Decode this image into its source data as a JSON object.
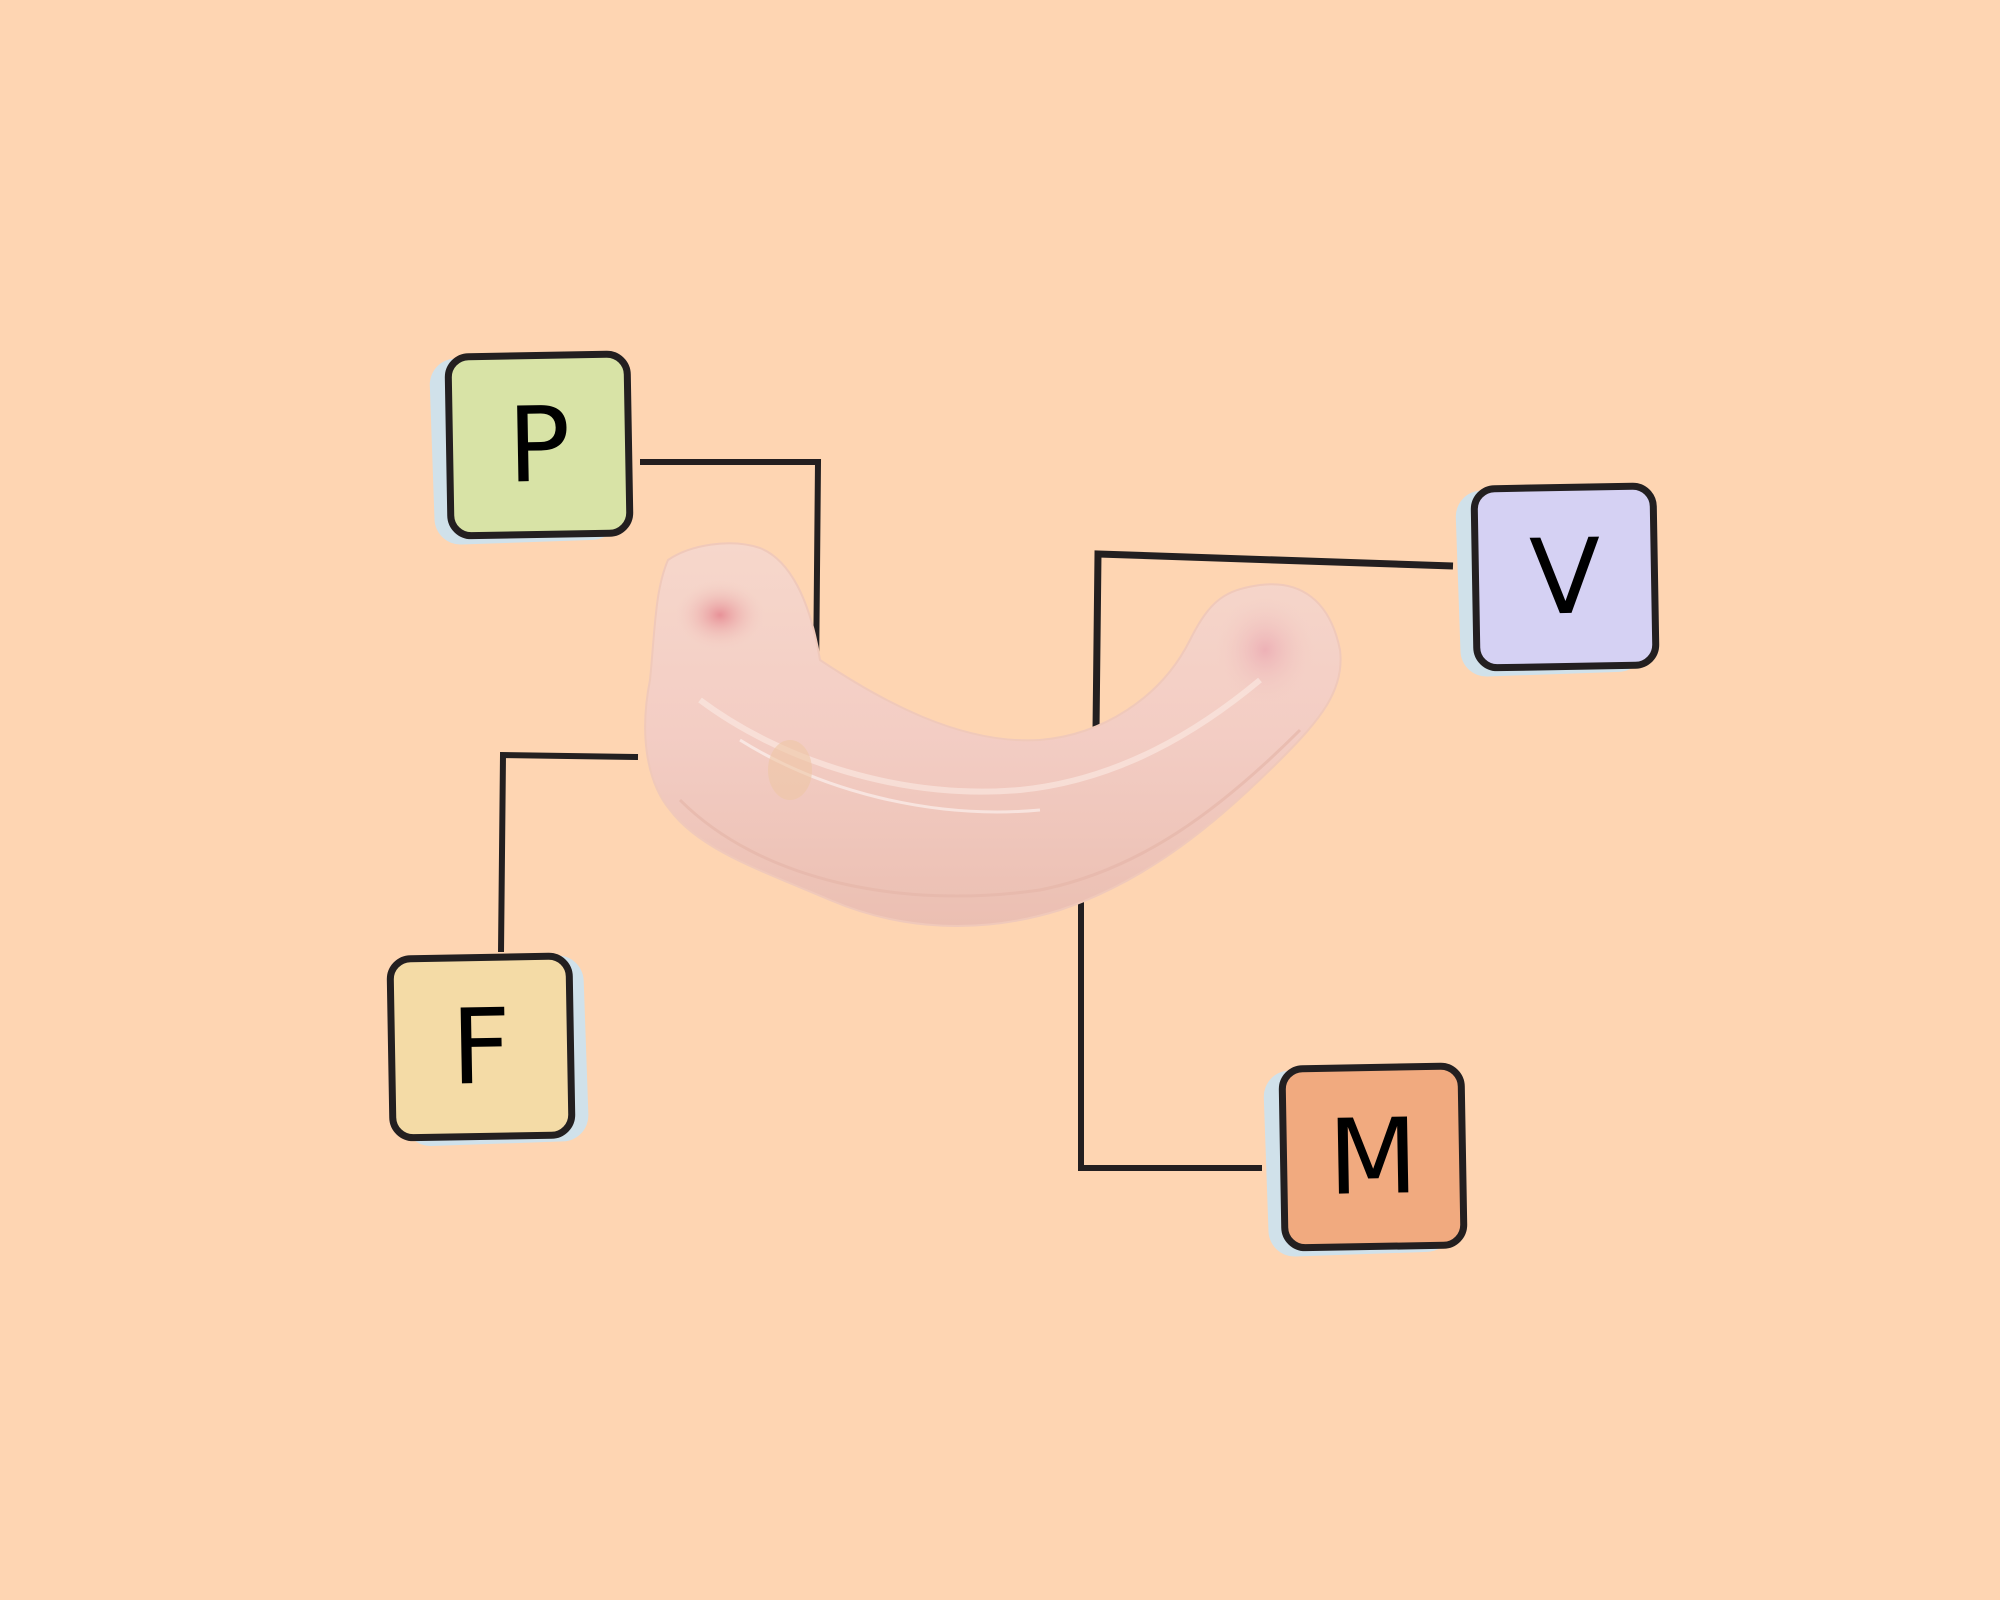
{
  "diagram": {
    "background_color": "#FED5B2",
    "center_object": {
      "description": "raw turkey neck (curved meat specimen)",
      "colors": [
        "#F3CCC0",
        "#F7DAD0",
        "#E9AFB0"
      ]
    },
    "connector_color": "#231F20",
    "labels": [
      {
        "id": "P",
        "letter": "P",
        "fill": "#D8E3A6",
        "position": "top-left"
      },
      {
        "id": "V",
        "letter": "V",
        "fill": "#D5D1F3",
        "position": "top-right"
      },
      {
        "id": "F",
        "letter": "F",
        "fill": "#F4DBA6",
        "position": "bottom-left"
      },
      {
        "id": "M",
        "letter": "M",
        "fill": "#F1AA7F",
        "position": "bottom-right"
      }
    ]
  }
}
